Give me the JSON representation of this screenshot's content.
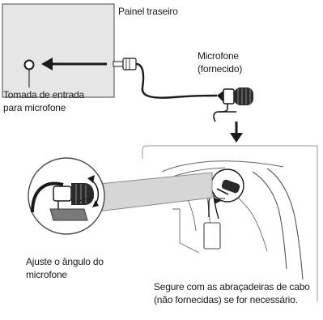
{
  "labels": {
    "rear_panel": "Painel traseiro",
    "mic_jack_line1": "Tomada de entrada",
    "mic_jack_line2": "para microfone",
    "microphone_line1": "Microfone",
    "microphone_line2": "(fornecido)",
    "adjust_line1": "Ajuste o ângulo do",
    "adjust_line2": "microfone",
    "secure_line1": "Segure com as abraçadeiras de cabo",
    "secure_line2": "(não fornecidas) se for necessário."
  }
}
